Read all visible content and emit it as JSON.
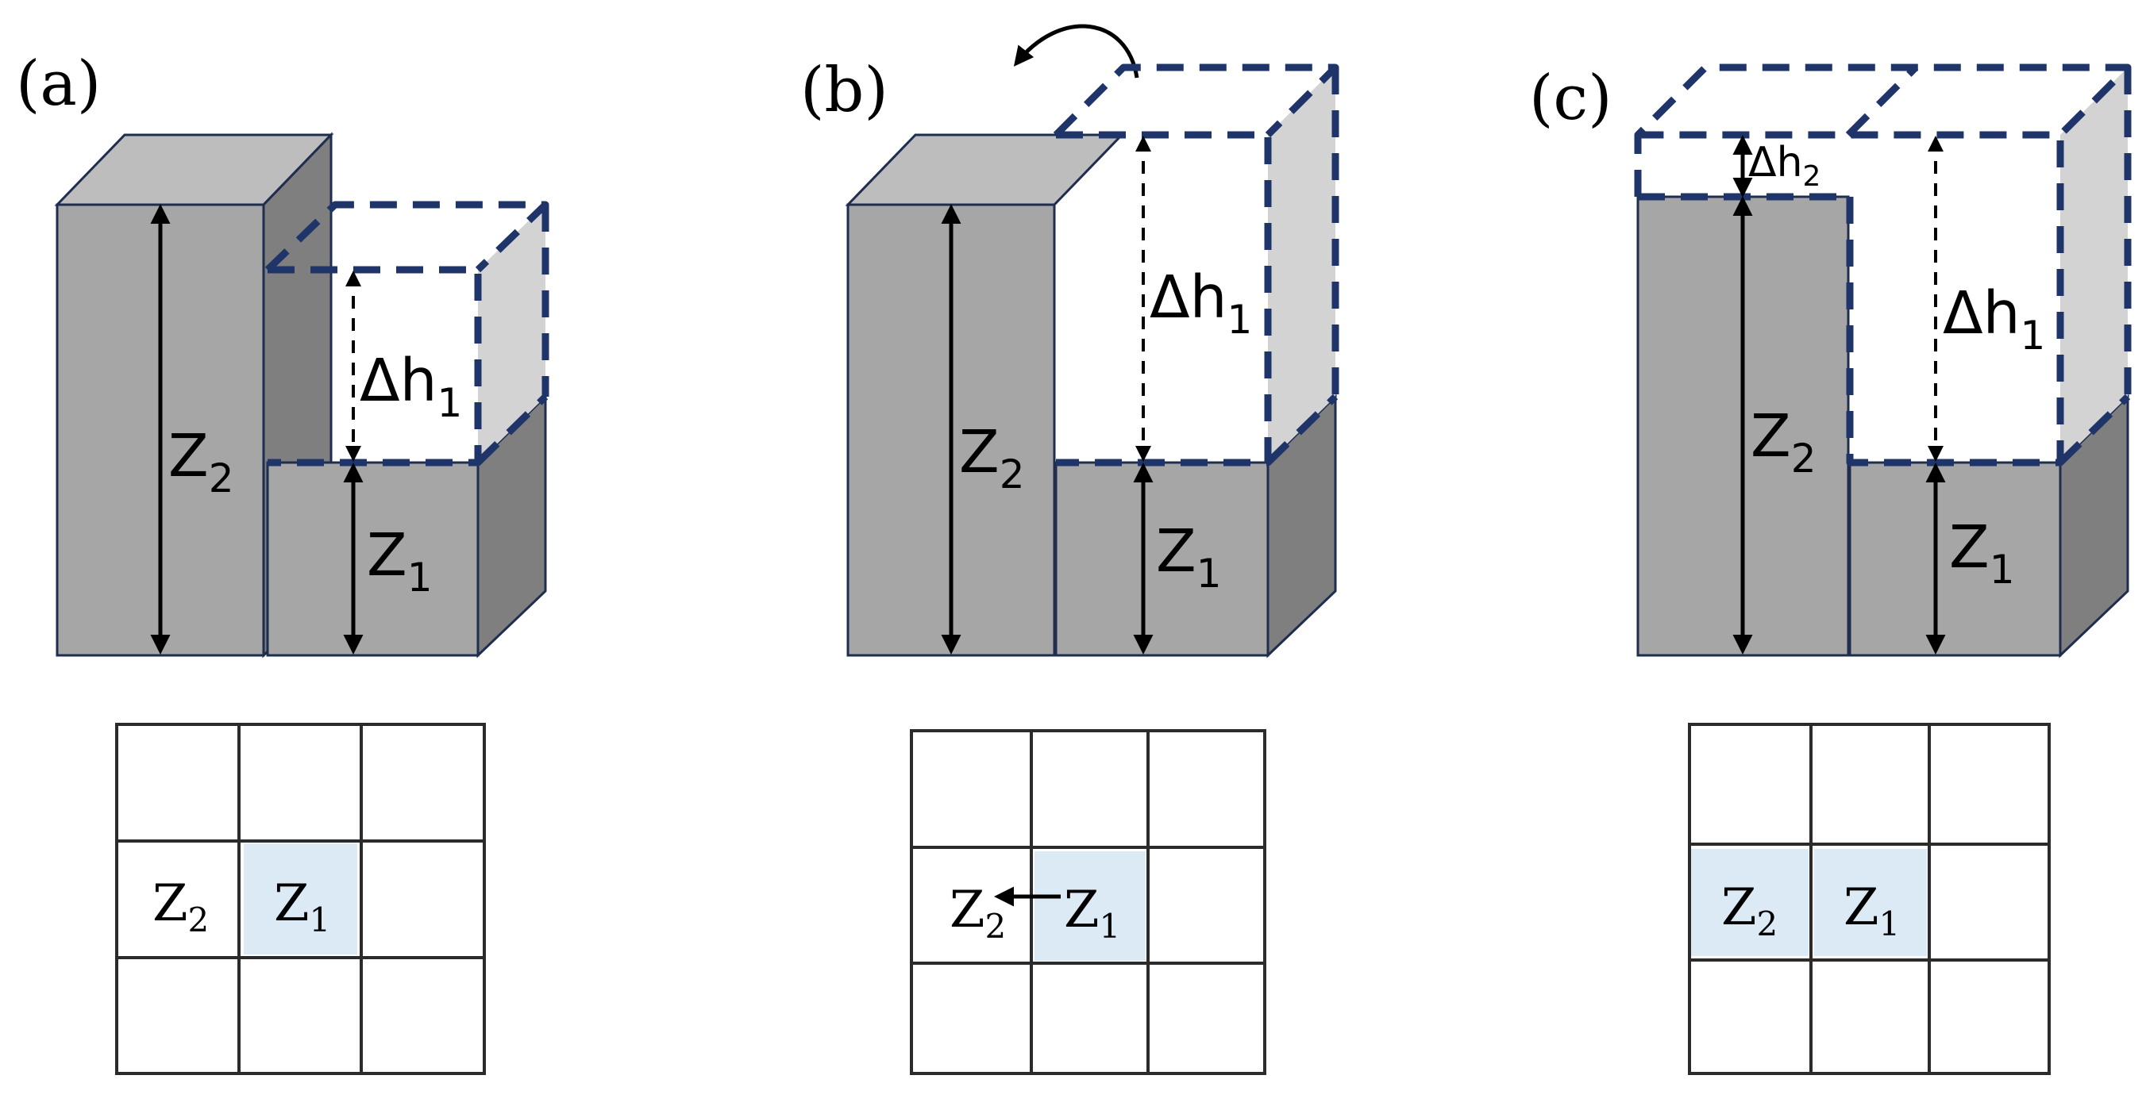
{
  "panels": [
    {
      "label": "(a)",
      "block_labels": {
        "tall": "Z",
        "tall_sub": "2",
        "short": "Z",
        "short_sub": "1",
        "delta": "Δh",
        "delta_sub": "1"
      },
      "grid": {
        "left": {
          "text": "Z",
          "sub": "2",
          "highlight": false
        },
        "center": {
          "text": "Z",
          "sub": "1",
          "highlight": true
        }
      }
    },
    {
      "label": "(b)",
      "block_labels": {
        "tall": "Z",
        "tall_sub": "2",
        "short": "Z",
        "short_sub": "1",
        "delta": "Δh",
        "delta_sub": "1"
      },
      "grid": {
        "left": {
          "text": "Z",
          "sub": "2",
          "highlight": false
        },
        "center": {
          "text": "Z",
          "sub": "1",
          "highlight": true
        }
      }
    },
    {
      "label": "(c)",
      "block_labels": {
        "tall": "Z",
        "tall_sub": "2",
        "short": "Z",
        "short_sub": "1",
        "delta": "Δh",
        "delta_sub": "1",
        "delta2": "Δh",
        "delta2_sub": "2"
      },
      "grid": {
        "left": {
          "text": "Z",
          "sub": "2",
          "highlight": true
        },
        "center": {
          "text": "Z",
          "sub": "1",
          "highlight": true
        }
      }
    }
  ],
  "colors": {
    "block_front": "#a6a6a6",
    "block_top": "#bdbdbd",
    "block_side": "#7f7f7f",
    "ghost_outline": "#1f3569",
    "cell_highlight": "#dceaf6"
  }
}
